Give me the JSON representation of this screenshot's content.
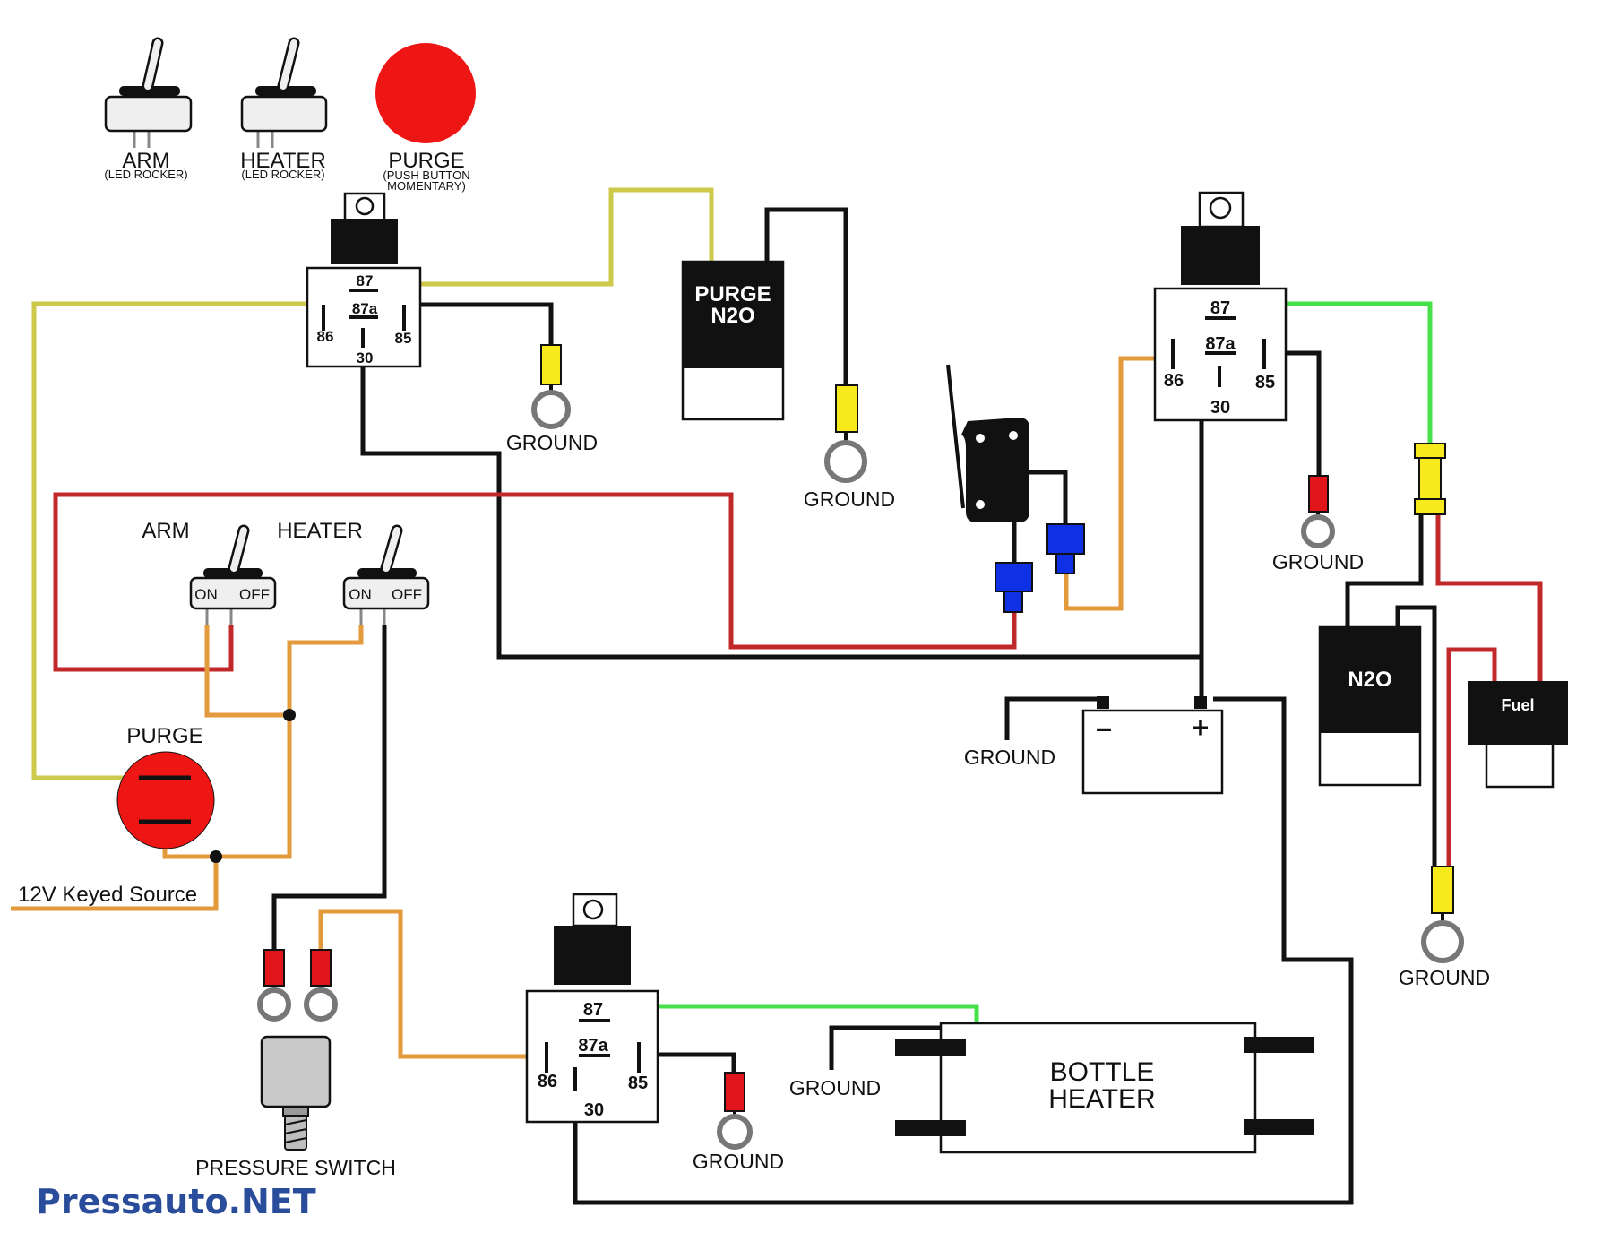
{
  "legend": {
    "arm": {
      "title": "ARM",
      "subtitle": "(LED ROCKER)"
    },
    "heater": {
      "title": "HEATER",
      "subtitle": "(LED ROCKER)"
    },
    "purge": {
      "title": "PURGE",
      "subtitle_line1": "(PUSH BUTTON",
      "subtitle_line2": "MOMENTARY)"
    }
  },
  "relay_pins": {
    "p87": "87",
    "p87a": "87a",
    "p86": "86",
    "p85": "85",
    "p30": "30"
  },
  "labels": {
    "ground": "GROUND",
    "arm": "ARM",
    "heater": "HEATER",
    "on": "ON",
    "off": "OFF",
    "purge": "PURGE",
    "keyed_source": "12V Keyed Source",
    "pressure_switch": "PRESSURE SWITCH",
    "purge_solenoid_line1": "PURGE",
    "purge_solenoid_line2": "N2O",
    "n2o_solenoid": "N2O",
    "fuel_solenoid": "Fuel",
    "bottle_heater_line1": "BOTTLE",
    "bottle_heater_line2": "HEATER",
    "battery_minus": "–",
    "battery_plus": "+"
  },
  "brand": "Pressauto.NET",
  "colors": {
    "black": "#111111",
    "red_wire": "#c0282a",
    "orange_wire": "#e29a3c",
    "olive_wire": "#cdc94a",
    "green_wire": "#46e14a",
    "yellow_terminal": "#f6ea1d",
    "red_terminal": "#e0141a",
    "blue_terminal": "#1030e6",
    "purge_button": "#ee1515",
    "brand": "#2a4d9b"
  }
}
